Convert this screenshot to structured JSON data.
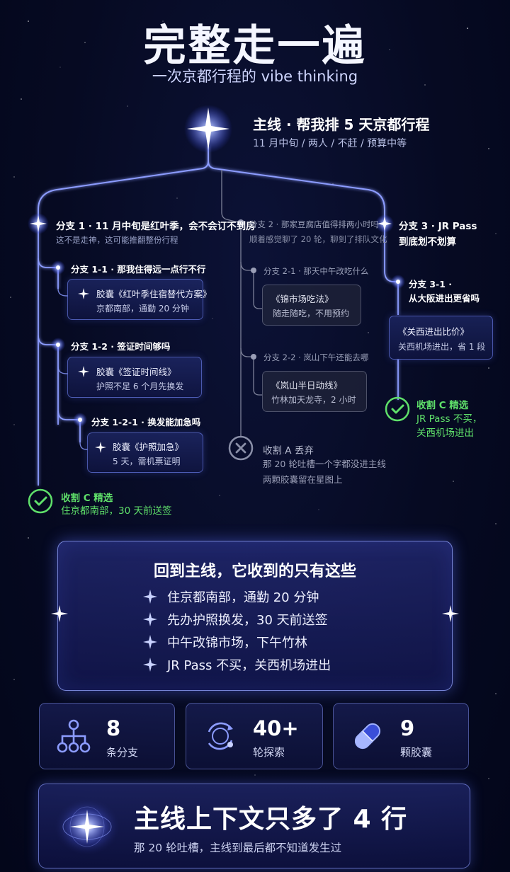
{
  "header": {
    "title": "完整走一遍",
    "subtitle": "一次京都行程的 vibe thinking"
  },
  "main": {
    "title": "主线 · 帮我排 5 天京都行程",
    "sub": "11 月中旬 / 两人 / 不赶 / 预算中等"
  },
  "branch1": {
    "title": "分支 1 · 11 月中旬是红叶季，会不会订不到房",
    "sub": "这不是走神，这可能推翻整份行程",
    "b11": {
      "title": "分支 1-1 · 那我住得远一点行不行",
      "card1": "胶囊《红叶季住宿替代方案》",
      "card2": "京都南部，通勤 20 分钟"
    },
    "b12": {
      "title": "分支 1-2 · 签证时间够吗",
      "card1": "胶囊《签证时间线》",
      "card2": "护照不足 6 个月先换发"
    },
    "b121": {
      "title": "分支 1-2-1 · 换发能加急吗",
      "card1": "胶囊《护照加急》",
      "card2": "5 天，需机票证明"
    },
    "harvest_title": "收割 C 精选",
    "harvest_sub": "住京都南部，30 天前送签"
  },
  "branch2": {
    "title": "分支 2 · 那家豆腐店值得排两小时吗",
    "sub": "顺着感觉聊了 20 轮，聊到了排队文化",
    "b21": {
      "title": "分支 2-1 · 那天中午改吃什么",
      "card1": "《锦市场吃法》",
      "card2": "随走随吃，不用预约"
    },
    "b22": {
      "title": "分支 2-2 · 岚山下午还能去哪",
      "card1": "《岚山半日动线》",
      "card2": "竹林加天龙寺，2 小时"
    },
    "discard_title": "收割 A 丢弃",
    "discard_sub1": "那 20 轮吐槽一个字都没进主线",
    "discard_sub2": "两颗胶囊留在星图上"
  },
  "branch3": {
    "title1": "分支 3 · JR Pass",
    "title2": "到底划不划算",
    "b31": {
      "title1": "分支 3-1 ·",
      "title2": "从大阪进出更省吗",
      "card1": "《关西进出比价》",
      "card2": "关西机场进出，省 1 段"
    },
    "harvest_title": "收割 C 精选",
    "harvest_sub1": "JR Pass 不买，",
    "harvest_sub2": "关西机场进出"
  },
  "summary": {
    "title": "回到主线，它收到的只有这些",
    "items": [
      "住京都南部，通勤 20 分钟",
      "先办护照换发，30 天前送签",
      "中午改锦市场，下午竹林",
      "JR Pass 不买，关西机场进出"
    ]
  },
  "stats": [
    {
      "num": "8",
      "label": "条分支",
      "icon": "branch-icon"
    },
    {
      "num": "40+",
      "label": "轮探索",
      "icon": "cycle-icon"
    },
    {
      "num": "9",
      "label": "颗胶囊",
      "icon": "capsule-icon"
    }
  ],
  "bottom": {
    "title": "主线上下文只多了 4 行",
    "sub": "那 20 轮吐槽，主线到最后都不知道发生过"
  },
  "colors": {
    "glow": "#7c8cff",
    "harvest_green": "#5fe06a",
    "discard_gray": "#8a8fa8",
    "background": "#060a22"
  }
}
